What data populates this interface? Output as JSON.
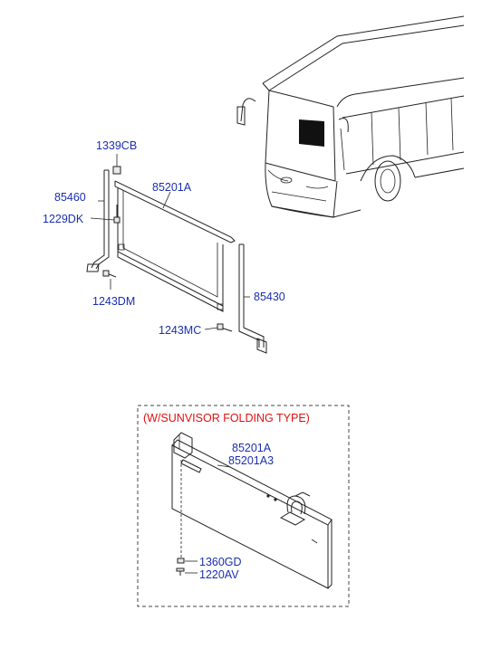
{
  "diagram": {
    "labels": {
      "p1339CB": "1339CB",
      "p85460": "85460",
      "p1229DK": "1229DK",
      "p85201A_top": "85201A",
      "p1243DM": "1243DM",
      "p85430": "85430",
      "p1243MC": "1243MC",
      "p85201A_box": "85201A",
      "p85201A3": "85201A3",
      "p1360GD": "1360GD",
      "p1220AV": "1220AV"
    },
    "variant_title": "(W/SUNVISOR FOLDING TYPE)",
    "colors": {
      "label": "#1a2fb0",
      "variant_title": "#e01010",
      "line": "#222222"
    }
  }
}
